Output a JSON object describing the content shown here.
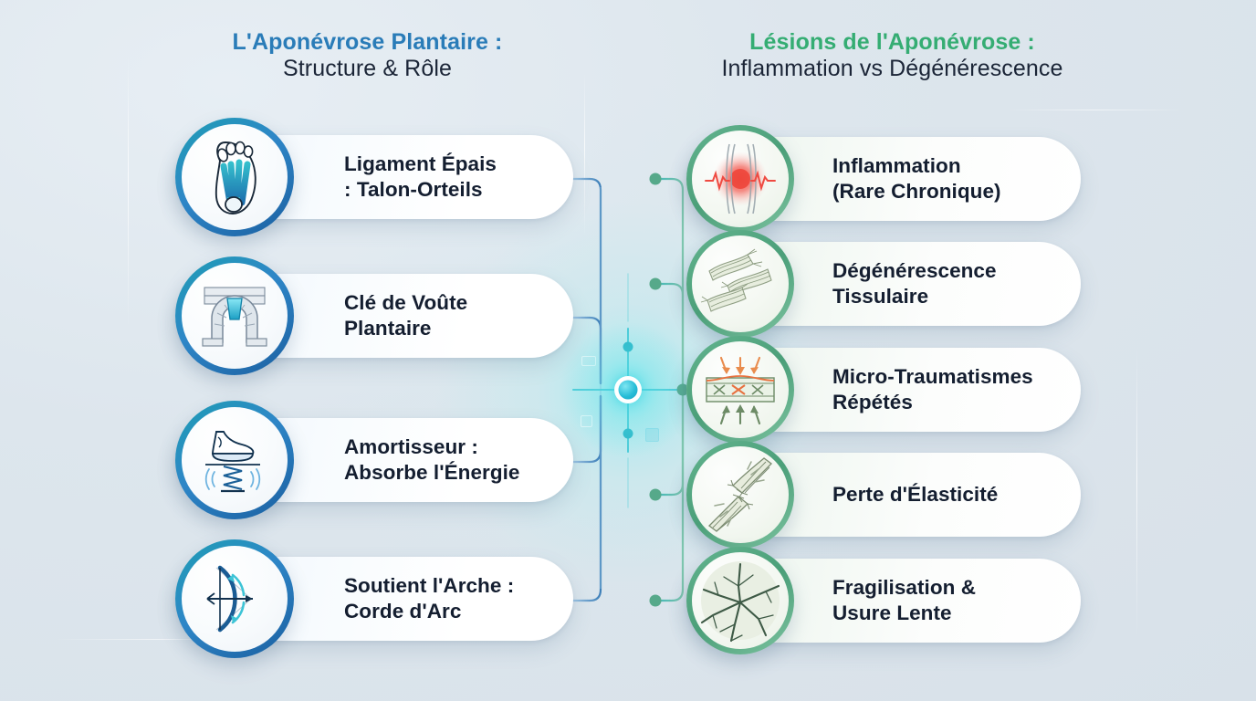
{
  "headings": {
    "left": {
      "line1": "L'Aponévrose Plantaire :",
      "line2": "Structure & Rôle",
      "accent": "#2a7cb8"
    },
    "right": {
      "line1": "Lésions de l'Aponévrose :",
      "line2": "Inflammation vs Dégénérescence",
      "accent": "#35ad73"
    }
  },
  "left_column": {
    "accent": "#1b5fa0",
    "items": [
      {
        "label": "Ligament Épais\n: Talon-Orteils",
        "icon": "foot-plantar-fascia-icon"
      },
      {
        "label": "Clé de Voûte\nPlantaire",
        "icon": "stone-arch-keystone-icon"
      },
      {
        "label": "Amortisseur :\nAbsorbe l'Énergie",
        "icon": "foot-on-spring-icon"
      },
      {
        "label": "Soutient l'Arche :\nCorde d'Arc",
        "icon": "bow-and-arrow-icon"
      }
    ]
  },
  "right_column": {
    "accent": "#4b9f79",
    "items": [
      {
        "label": "Inflammation\n(Rare Chronique)",
        "icon": "inflammation-hotspot-icon"
      },
      {
        "label": "Dégénérescence\nTissulaire",
        "icon": "frayed-fibers-icon"
      },
      {
        "label": "Micro-Traumatismes\nRépétés",
        "icon": "compression-arrows-icon"
      },
      {
        "label": "Perte d'Élasticité",
        "icon": "torn-fiber-icon"
      },
      {
        "label": "Fragilisation &\nUsure Lente",
        "icon": "cracked-surface-icon"
      }
    ]
  },
  "hub": {
    "name": "central-connector-node",
    "color": "#25bcd6"
  }
}
